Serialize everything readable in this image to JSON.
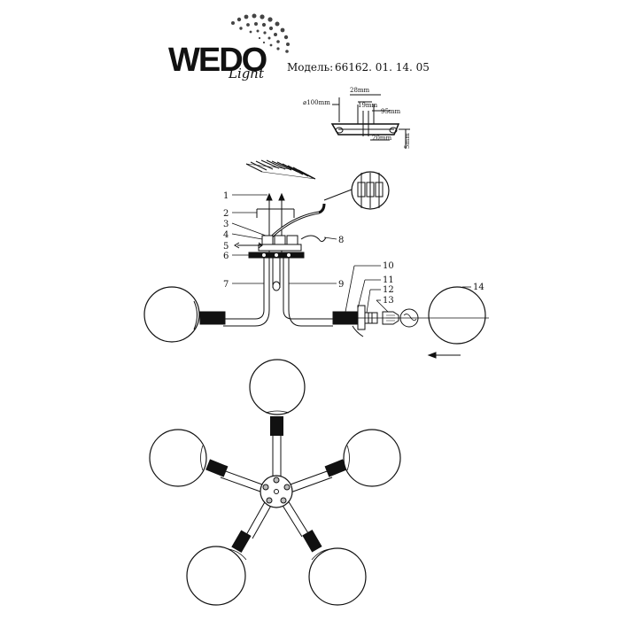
{
  "brand": {
    "logo_text": "WEDO",
    "logo_script": "Light"
  },
  "model": {
    "label": "Модель:",
    "number": "66162. 01. 14. 05"
  },
  "dimensions": {
    "plate_diameter": "⌀100mm",
    "width_28": "28mm",
    "width_19": "19mm",
    "width_95": "95mm",
    "width_20": "20mm",
    "height_5": "5mm"
  },
  "callouts": [
    "1",
    "2",
    "3",
    "4",
    "5",
    "6",
    "7",
    "8",
    "9",
    "10",
    "11",
    "12",
    "13",
    "14"
  ],
  "colors": {
    "line": "#111111",
    "logo_dark": "#333333",
    "logo_light": "#bbbbbb"
  }
}
